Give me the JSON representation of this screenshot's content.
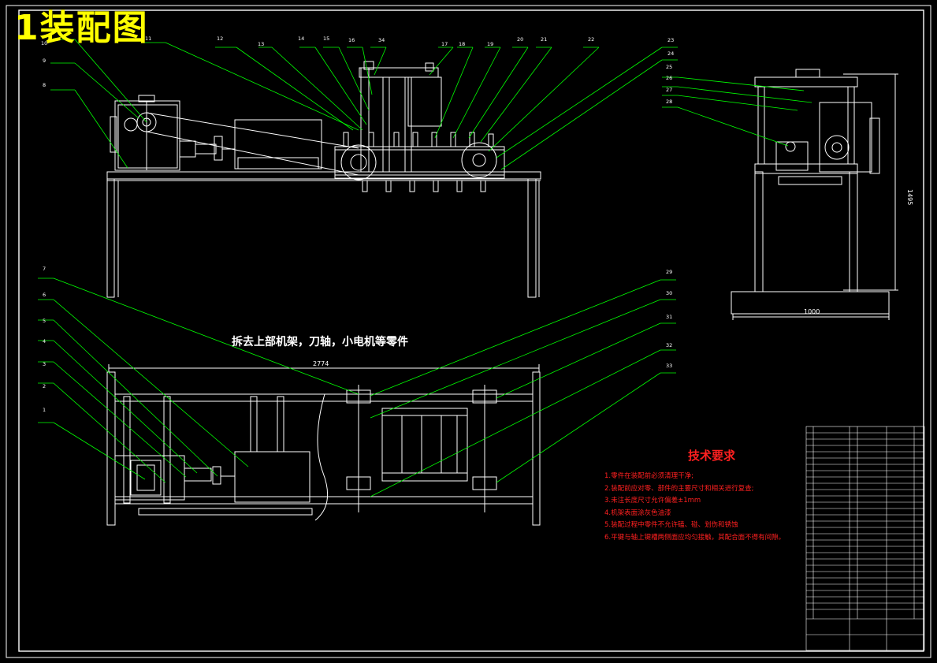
{
  "title": "1装配图",
  "section_note": "拆去上部机架，刀轴，小电机等零件",
  "technical_requirements": {
    "heading": "技术要求",
    "items": [
      "1.零件在装配前必须清理干净;",
      "2.装配前应对零、部件的主要尺寸和相关进行复查;",
      "3.未注长度尺寸允许偏差±1mm",
      "4.机架表面涂灰色油漆",
      "5.装配过程中零件不允许磕、碰、划伤和锈蚀",
      "6.平键与轴上键槽两侧面应均匀接触，其配合面不得有间隙。"
    ]
  },
  "dimensions": {
    "overall_length": "2774",
    "width": "1000",
    "height": "1495"
  },
  "part_labels": {
    "top": [
      "10",
      "11",
      "12",
      "13",
      "14",
      "15",
      "16",
      "34",
      "17",
      "18",
      "19",
      "20",
      "21",
      "22"
    ],
    "left_top": [
      "9",
      "8"
    ],
    "right_view": [
      "23",
      "24",
      "25",
      "26",
      "27",
      "28"
    ],
    "left_bottom": [
      "7",
      "6",
      "5",
      "4",
      "3",
      "2",
      "1"
    ],
    "right_bottom": [
      "29",
      "30",
      "31",
      "32",
      "33"
    ]
  },
  "colors": {
    "background": "#000000",
    "lines": "#ffffff",
    "leaders": "#00ff00",
    "title": "#ffff00",
    "notes": "#ff2020"
  }
}
